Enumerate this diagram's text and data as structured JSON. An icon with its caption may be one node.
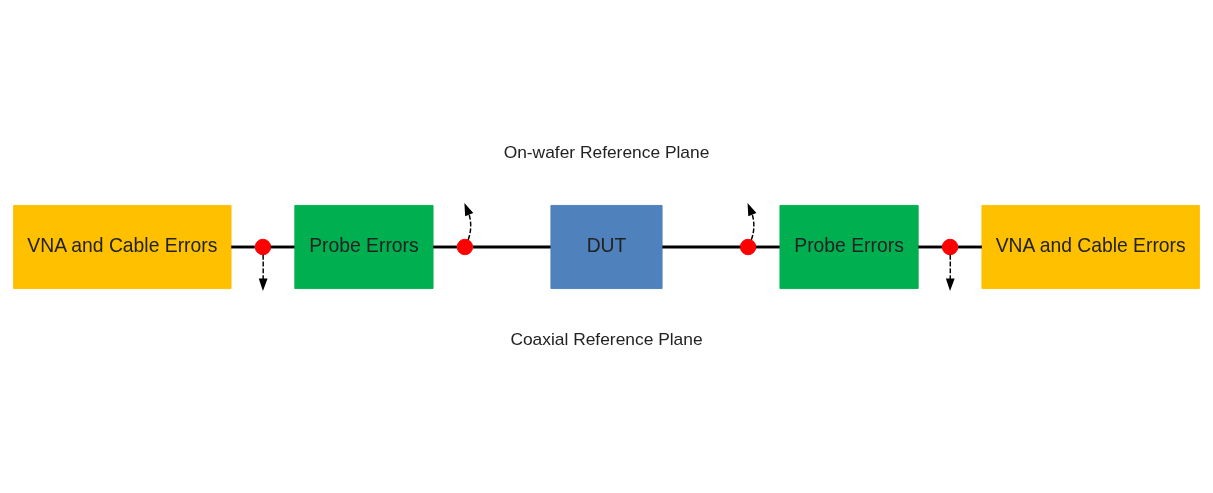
{
  "diagram": {
    "nodes": [
      {
        "text": [
          "VNA and Cable Errors"
        ]
      },
      {
        "text": [],
        "shape": "circle"
      },
      {
        "text": [
          "Probe Errors"
        ]
      },
      {
        "text": [],
        "shape": "circle"
      },
      {
        "text": [
          "DUT"
        ]
      },
      {
        "text": [],
        "shape": "circle"
      },
      {
        "text": [
          "Probe Errors"
        ]
      },
      {
        "text": [],
        "shape": "circle"
      },
      {
        "text": [
          "VNA and Cable Errors"
        ]
      }
    ],
    "edges": [
      {
        "from": 0,
        "to": 1,
        "arrow": "none"
      },
      {
        "from": 1,
        "to": 2,
        "arrow": "none"
      },
      {
        "from": 2,
        "to": 3,
        "arrow": "none"
      },
      {
        "from": 3,
        "to": 4,
        "arrow": "none"
      },
      {
        "from": 4,
        "to": 5,
        "arrow": "none"
      },
      {
        "from": 5,
        "to": 6,
        "arrow": "none"
      },
      {
        "from": 6,
        "to": 7,
        "arrow": "none"
      },
      {
        "from": 7,
        "to": 8,
        "arrow": "none"
      },
      {
        "from": 1,
        "to": null,
        "arrow": "to",
        "style": "dashed"
      },
      {
        "from": 3,
        "to": null,
        "arrow": "to",
        "style": "dashed"
      },
      {
        "from": 5,
        "to": null,
        "arrow": "to",
        "style": "dashed"
      },
      {
        "from": 7,
        "to": null,
        "arrow": "to",
        "style": "dashed"
      }
    ],
    "labels": [
      "On-wafer Reference Plane",
      "Coaxial Reference Plane"
    ]
  }
}
